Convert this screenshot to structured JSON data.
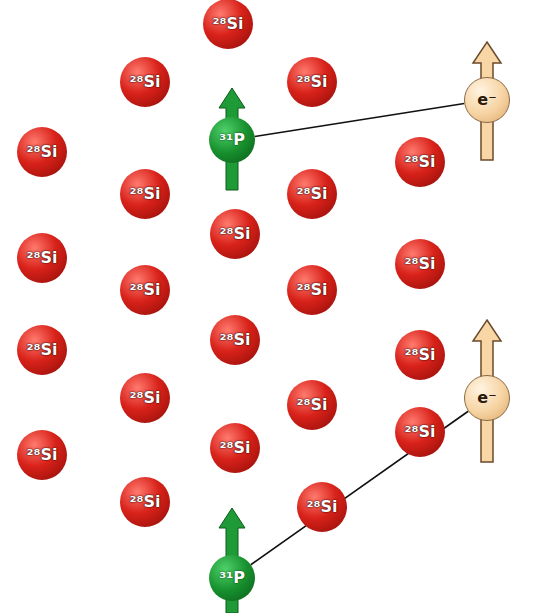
{
  "diagram": {
    "nodes": [
      {
        "text": [
          "²⁸Si"
        ]
      },
      {
        "text": [
          "²⁸Si"
        ]
      },
      {
        "text": [
          "²⁸Si"
        ]
      },
      {
        "text": [
          "e⁻"
        ]
      },
      {
        "text": [
          "³¹P"
        ]
      },
      {
        "text": [
          "²⁸Si"
        ]
      },
      {
        "text": [
          "²⁸Si"
        ]
      },
      {
        "text": [
          "²⁸Si"
        ]
      },
      {
        "text": [
          "²⁸Si"
        ]
      },
      {
        "text": [
          "²⁸Si"
        ]
      },
      {
        "text": [
          "²⁸Si"
        ]
      },
      {
        "text": [
          "²⁸Si"
        ]
      },
      {
        "text": [
          "²⁸Si"
        ]
      },
      {
        "text": [
          "²⁸Si"
        ]
      },
      {
        "text": [
          "²⁸Si"
        ]
      },
      {
        "text": [
          "²⁸Si"
        ]
      },
      {
        "text": [
          "²⁸Si"
        ]
      },
      {
        "text": [
          "e⁻"
        ]
      },
      {
        "text": [
          "²⁸Si"
        ]
      },
      {
        "text": [
          "²⁸Si"
        ]
      },
      {
        "text": [
          "²⁸Si"
        ]
      },
      {
        "text": [
          "²⁸Si"
        ]
      },
      {
        "text": [
          "²⁸Si"
        ]
      },
      {
        "text": [
          "²⁸Si"
        ]
      },
      {
        "text": [
          "²⁸Si"
        ]
      },
      {
        "text": [
          "³¹P"
        ]
      }
    ],
    "edges": [
      {
        "from": 4,
        "to": 3,
        "arrow": "none"
      },
      {
        "from": 25,
        "to": 17,
        "arrow": "none"
      }
    ]
  }
}
